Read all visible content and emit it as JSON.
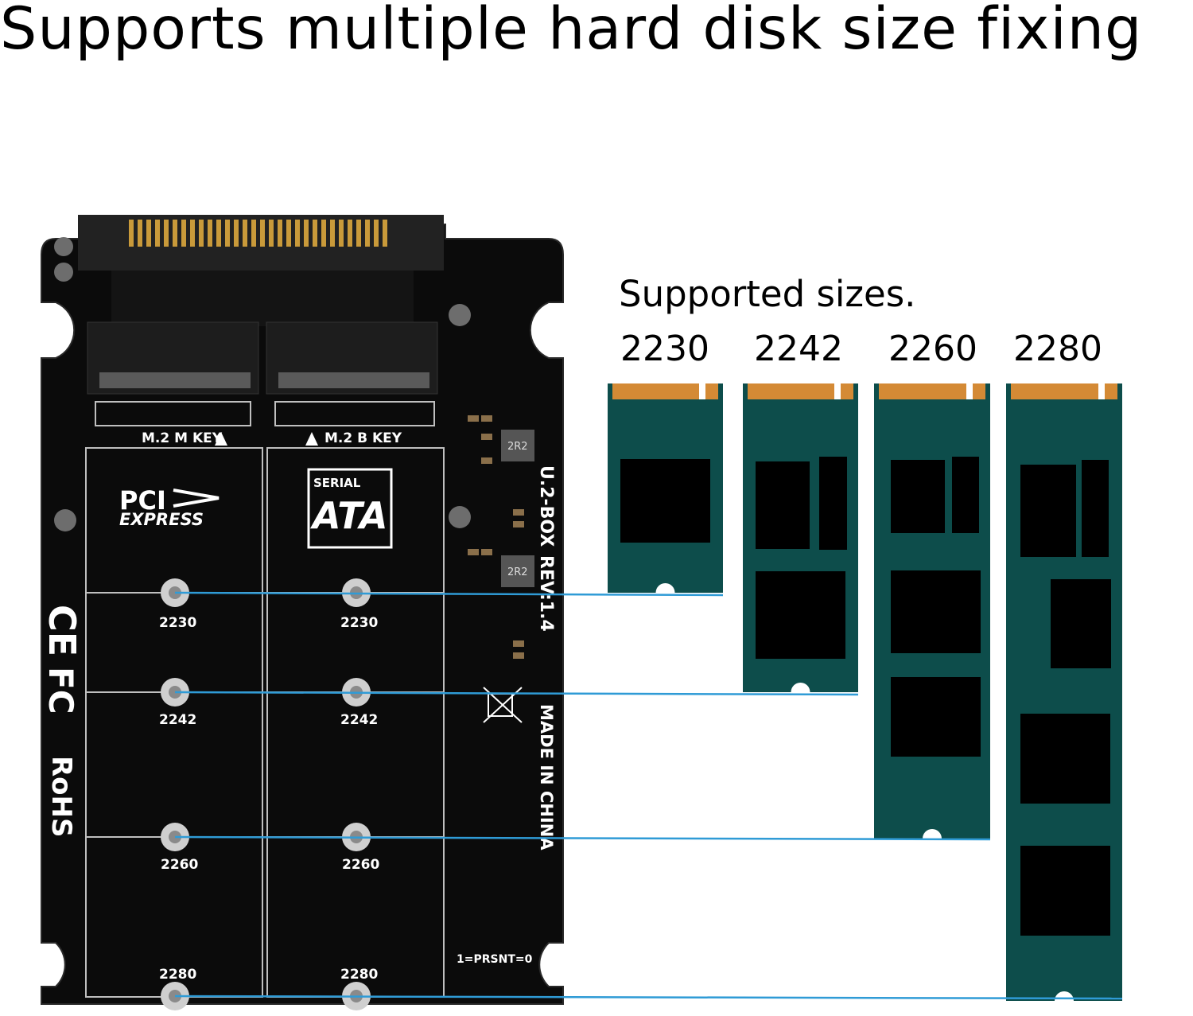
{
  "headline": "Supports multiple hard disk size fixing",
  "panel": {
    "title": "Supported sizes.",
    "sizes": [
      "2230",
      "2242",
      "2260",
      "2280"
    ]
  },
  "board": {
    "slot_m": "M.2 M KEY",
    "slot_b": "M.2 B KEY",
    "model": "U.2-BOX",
    "rev": "REV:1.4",
    "origin": "MADE IN CHINA",
    "logo_pci": "PCI",
    "logo_express": "EXPRESS",
    "logo_serial": "SERIAL",
    "logo_ata": "ATA",
    "cert_ce": "CE",
    "cert_fc": "FC",
    "cert_rohs": "RoHS",
    "prsnt": "1=PRSNT=0",
    "inductor": "2R2",
    "hole_labels_left": [
      "2230",
      "2242",
      "2260",
      "2280"
    ],
    "hole_labels_right": [
      "2230",
      "2242",
      "2260",
      "2280"
    ]
  },
  "colors": {
    "pcb": "#0b0b0b",
    "ssd_body": "#0d4d4b",
    "ssd_edge": "#d48a35",
    "chip": "#000000",
    "leader_line": "#2f9bd6",
    "gold_pins": "#c99a3a"
  }
}
